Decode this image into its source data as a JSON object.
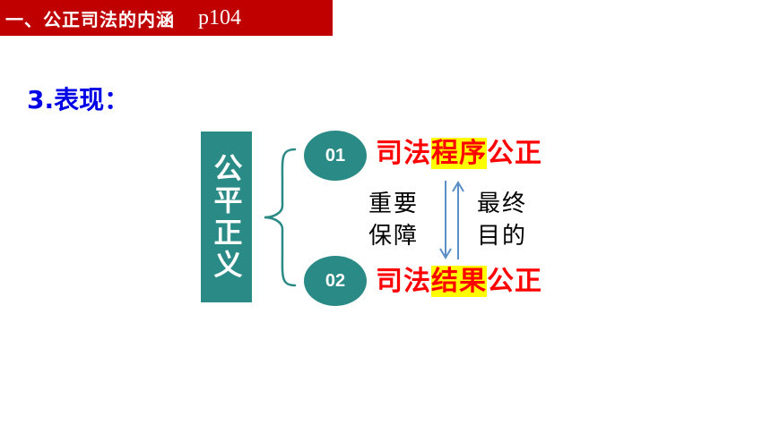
{
  "header": {
    "title": "一、公正司法的内涵",
    "page": "p104"
  },
  "section": {
    "heading": "3.表现："
  },
  "center_label": "公平正义",
  "items": [
    {
      "number": "01",
      "prefix": "司法",
      "highlight": "程序",
      "suffix": "公正"
    },
    {
      "number": "02",
      "prefix": "司法",
      "highlight": "结果",
      "suffix": "公正"
    }
  ],
  "relation": {
    "left_line1": "重要",
    "left_line2": "保障",
    "right_line1": "最终",
    "right_line2": "目的"
  },
  "colors": {
    "header_bg": "#c00000",
    "teal": "#2a8a86",
    "heading_blue": "#0000e6",
    "item_red": "#ff0000",
    "highlight_yellow": "#ffff00",
    "arrow_blue": "#5b8fc7"
  }
}
